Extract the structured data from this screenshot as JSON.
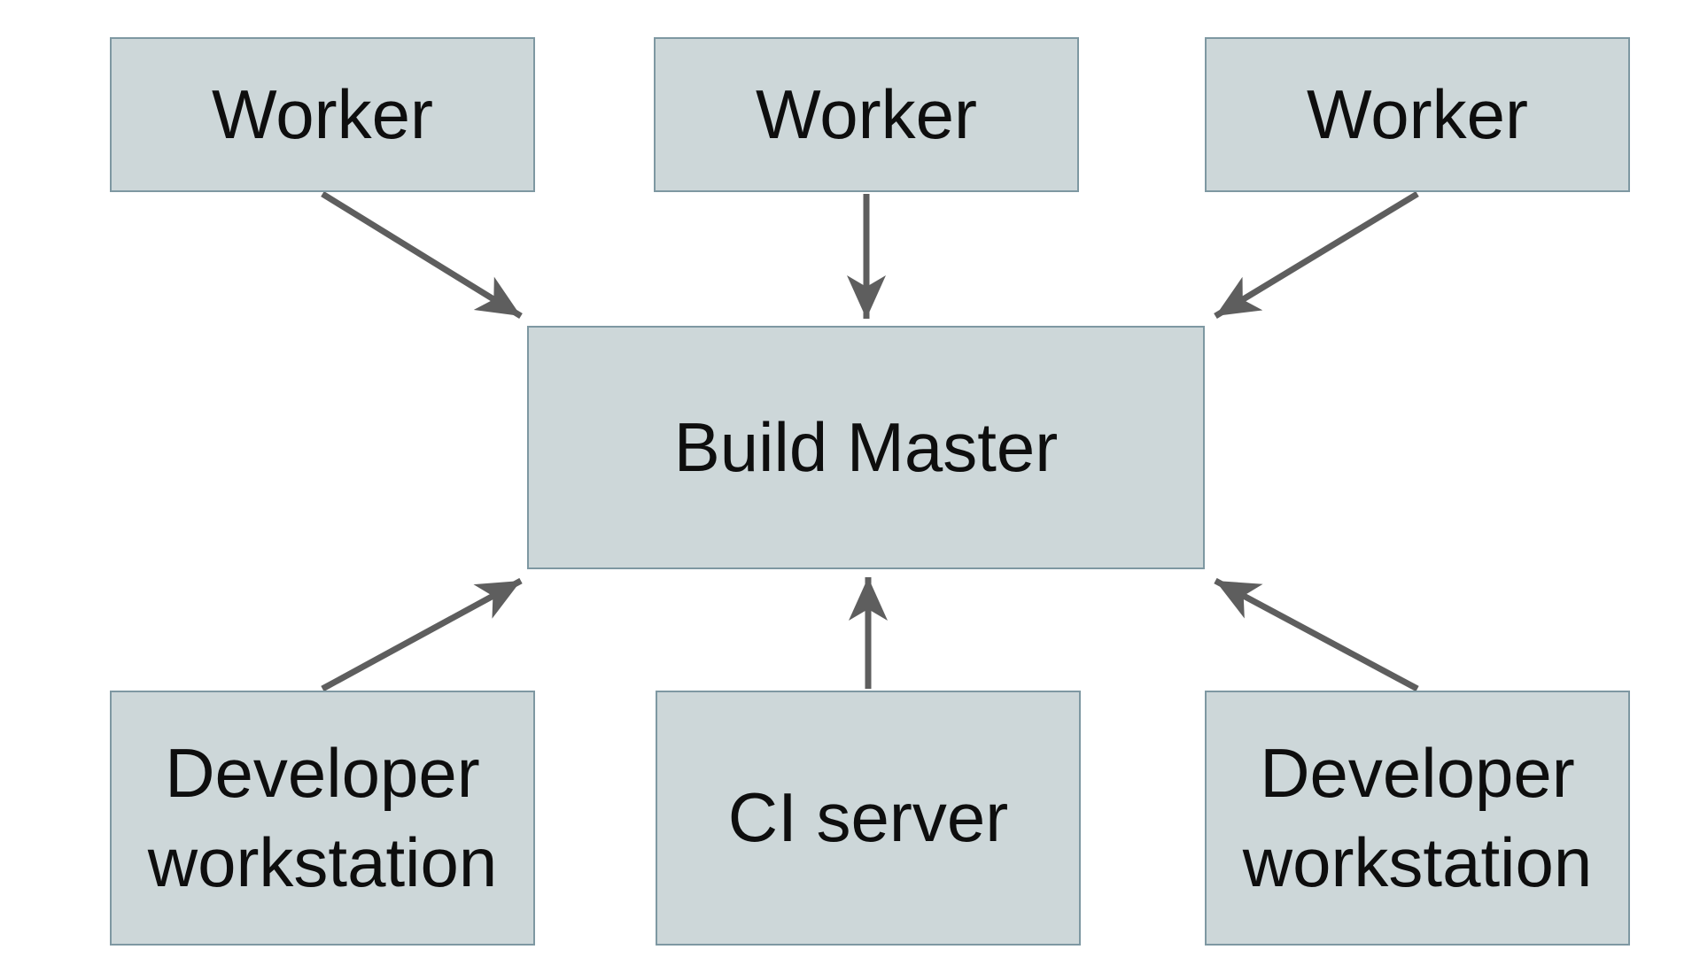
{
  "diagram": {
    "nodes": {
      "worker_1": {
        "label": "Worker"
      },
      "worker_2": {
        "label": "Worker"
      },
      "worker_3": {
        "label": "Worker"
      },
      "build_master": {
        "label": "Build Master"
      },
      "developer_workstation_1": {
        "label": "Developer workstation"
      },
      "ci_server": {
        "label": "CI server"
      },
      "developer_workstation_2": {
        "label": "Developer workstation"
      }
    },
    "edges": [
      {
        "from": "worker_1",
        "to": "build_master"
      },
      {
        "from": "worker_2",
        "to": "build_master"
      },
      {
        "from": "worker_3",
        "to": "build_master"
      },
      {
        "from": "developer_workstation_1",
        "to": "build_master"
      },
      {
        "from": "ci_server",
        "to": "build_master"
      },
      {
        "from": "developer_workstation_2",
        "to": "build_master"
      }
    ],
    "colors": {
      "node_fill": "#cdd7d9",
      "node_border": "#7e98a2",
      "arrow": "#5e5e5e",
      "text": "#0e0e0e",
      "background": "#ffffff"
    }
  }
}
